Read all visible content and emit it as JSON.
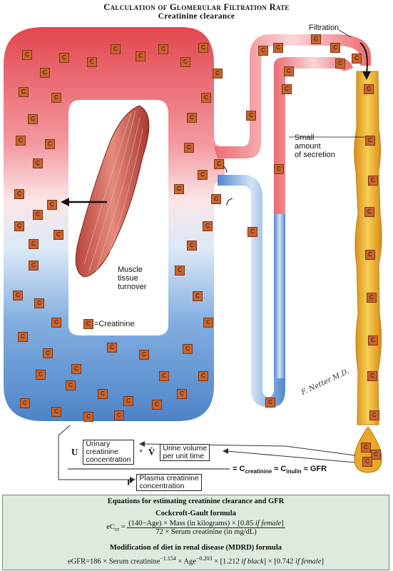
{
  "title": {
    "main": "Calculation of Glomerular Filtration Rate",
    "sub": "Creatinine clearance"
  },
  "labels": {
    "filtration": "Filtration",
    "secretion_l1": "Small",
    "secretion_l2": "amount",
    "secretion_l3": "of secretion",
    "muscle_l1": "Muscle",
    "muscle_l2": "tissue",
    "muscle_l3": "turnover",
    "creatinine_marker": "C",
    "creatinine_legend": "=Creatinine",
    "signature": "F. Netter M.D."
  },
  "formula": {
    "u": "U",
    "u_bracket_l1": "Urinary",
    "u_bracket_l2": "creatinine",
    "u_bracket_l3": "concentration",
    "times": "*",
    "v": "V̇",
    "v_bracket_l1": "Urine volume",
    "v_bracket_l2": "per unit time",
    "p": "P",
    "p_bracket_l1": "Plasma creatinine",
    "p_bracket_l2": "concentration",
    "result": "= C",
    "result_sub1": "creatinine",
    "approx1": "≈ C",
    "result_sub2": "inulin",
    "approx2": "≈ GFR"
  },
  "panel": {
    "heading": "Equations for estimating creatinine clearance and GFR",
    "cg_title": "Cockcroft-Gault formula",
    "cg_lhs": "eC",
    "cg_lhs_sub": "cr",
    "cg_eq": "=",
    "cg_num_a": "(140−Age) × Mass (in kilograms) × [0.85 ",
    "cg_num_italic": "if female",
    "cg_num_b": "]",
    "cg_den": "72 × Serum creatinine (in mg/dL)",
    "mdrd_title": "Modification of diet in renal disease (MDRD) formula",
    "mdrd_a": "eGFR=186 × Serum creatinine",
    "mdrd_exp1": "−1.154",
    "mdrd_b": " × Age",
    "mdrd_exp2": "−0.203",
    "mdrd_c": " × [1.212 ",
    "mdrd_it1": "if black",
    "mdrd_d": "] × [0.742 ",
    "mdrd_it2": "if female",
    "mdrd_e": "]"
  },
  "colors": {
    "arterial": "#e85a5e",
    "venous": "#5f8fcf",
    "urine": "#e8a52a",
    "creatinine_box": "#c9632f",
    "panel_bg": "#dfeade"
  }
}
